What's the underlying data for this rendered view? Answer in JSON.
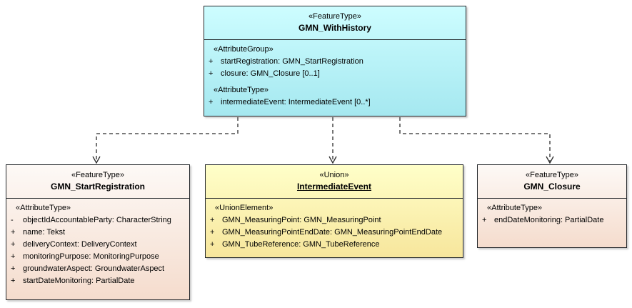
{
  "classes": {
    "withHistory": {
      "stereotype": "«FeatureType»",
      "name": "GMN_WithHistory",
      "rows": [
        {
          "kind": "group",
          "text": "«AttributeGroup»"
        },
        {
          "kind": "attr",
          "vis": "+",
          "text": "startRegistration: GMN_StartRegistration"
        },
        {
          "kind": "attr",
          "vis": "+",
          "text": "closure: GMN_Closure [0..1]"
        },
        {
          "kind": "group",
          "text": "«AttributeType»"
        },
        {
          "kind": "attr",
          "vis": "+",
          "text": "intermediateEvent: IntermediateEvent [0..*]"
        }
      ]
    },
    "startRegistration": {
      "stereotype": "«FeatureType»",
      "name": "GMN_StartRegistration",
      "rows": [
        {
          "kind": "group",
          "text": "«AttributeType»"
        },
        {
          "kind": "attr",
          "vis": "-",
          "text": "objectIdAccountableParty: CharacterString"
        },
        {
          "kind": "attr",
          "vis": "+",
          "text": "name: Tekst"
        },
        {
          "kind": "attr",
          "vis": "+",
          "text": "deliveryContext: DeliveryContext"
        },
        {
          "kind": "attr",
          "vis": "+",
          "text": "monitoringPurpose: MonitoringPurpose"
        },
        {
          "kind": "attr",
          "vis": "+",
          "text": "groundwaterAspect: GroundwaterAspect"
        },
        {
          "kind": "attr",
          "vis": "+",
          "text": "startDateMonitoring: PartialDate"
        }
      ]
    },
    "intermediateEvent": {
      "stereotype": "«Union»",
      "name": "IntermediateEvent",
      "rows": [
        {
          "kind": "group",
          "text": "«UnionElement»"
        },
        {
          "kind": "attr",
          "vis": "+",
          "text": "GMN_MeasuringPoint: GMN_MeasuringPoint"
        },
        {
          "kind": "attr",
          "vis": "+",
          "text": "GMN_MeasuringPointEndDate: GMN_MeasuringPointEndDate"
        },
        {
          "kind": "attr",
          "vis": "+",
          "text": "GMN_TubeReference: GMN_TubeReference"
        }
      ]
    },
    "closure": {
      "stereotype": "«FeatureType»",
      "name": "GMN_Closure",
      "rows": [
        {
          "kind": "group",
          "text": "«AttributeType»"
        },
        {
          "kind": "attr",
          "vis": "+",
          "text": "endDateMonitoring: PartialDate"
        }
      ]
    }
  },
  "connectors": [
    {
      "type": "dependency",
      "line": "dashed",
      "from": "GMN_WithHistory",
      "to": "GMN_StartRegistration"
    },
    {
      "type": "dependency",
      "line": "dashed",
      "from": "GMN_WithHistory",
      "to": "IntermediateEvent"
    },
    {
      "type": "dependency",
      "line": "dashed",
      "from": "GMN_WithHistory",
      "to": "GMN_Closure"
    }
  ],
  "colors": {
    "feature_type_fill_top": "#cdfdff",
    "feature_type_fill_bottom": "#a5e8f0",
    "class_fill_top": "#fdf9f6",
    "class_fill_bottom": "#f5dccd",
    "union_fill_top": "#ffffc9",
    "union_fill_bottom": "#f7e69c",
    "border": "#24282c",
    "connector": "#2b2b2b",
    "background": "#ffffff"
  }
}
